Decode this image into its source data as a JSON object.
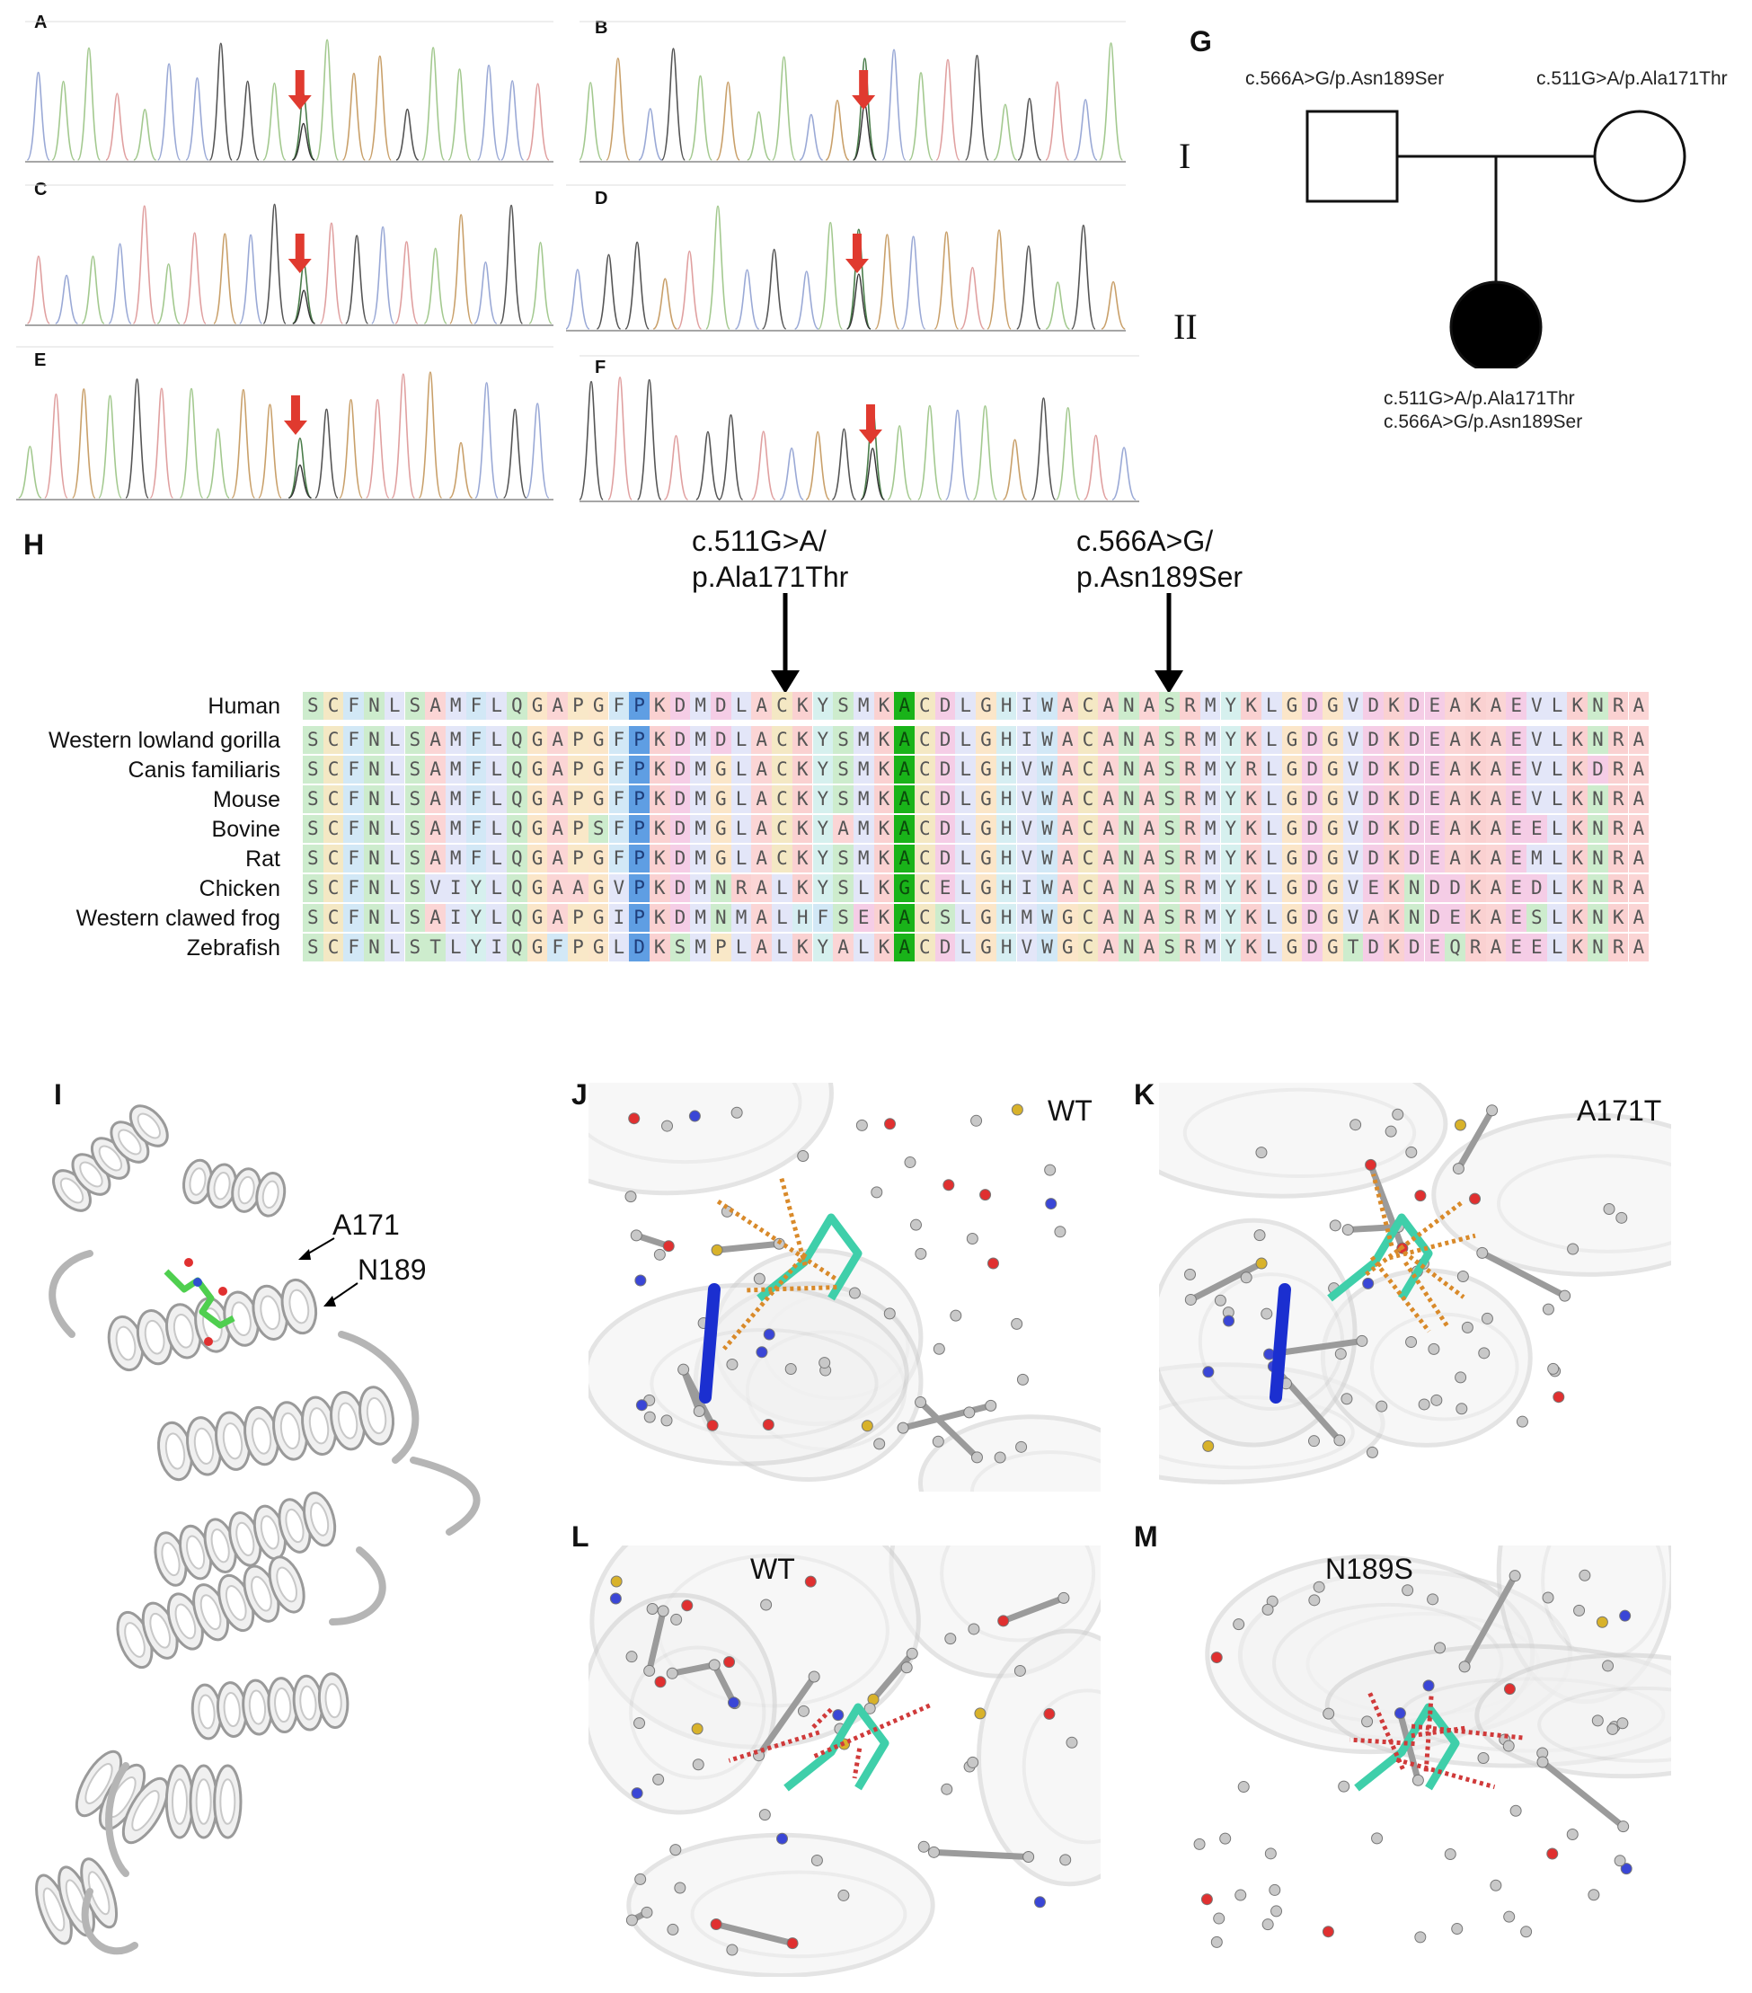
{
  "panels": {
    "A": "A",
    "B": "B",
    "C": "C",
    "D": "D",
    "E": "E",
    "F": "F",
    "G": "G",
    "H": "H",
    "I": "I",
    "J": "J",
    "K": "K",
    "L": "L",
    "M": "M"
  },
  "pedigree": {
    "father_variant": "c.566A>G/p.Asn189Ser",
    "mother_variant": "c.511G>A/p.Ala171Thr",
    "child_variant_1": "c.511G>A/p.Ala171Thr",
    "child_variant_2": "c.566A>G/p.Asn189Ser",
    "generation_1": "I",
    "generation_2": "II"
  },
  "alignment": {
    "mutation_1": {
      "line1": "c.511G>A/",
      "line2": "p.Ala171Thr",
      "column": 16
    },
    "mutation_2": {
      "line1": "c.566A>G/",
      "line2": "p.Asn189Ser",
      "column": 29
    },
    "colors": {
      "A": "#fbd5d5",
      "C": "#f4e8c4",
      "D": "#f5cde6",
      "E": "#f5cde6",
      "F": "#d2e8f6",
      "G": "#fbe6c9",
      "H": "#d6eef2",
      "I": "#e3e6f8",
      "K": "#fad1d1",
      "L": "#e3e6f8",
      "M": "#e3e6f8",
      "N": "#cdeccd",
      "P": "#f9e8c8",
      "Q": "#cdeccd",
      "R": "#fad1d1",
      "S": "#cdeccd",
      "T": "#cdeccd",
      "V": "#e3e6f8",
      "W": "#d2e8f6",
      "Y": "#d6f0ee",
      "highlight1": "#5f9ee3",
      "highlight2": "#19b319"
    },
    "rows": [
      {
        "species": "Human",
        "seq": "SCFNLSAMFLQGAPGFPKDMDLACKYSMKACDLGHIWACANASRMYKLGDGVDKDEAKAEVLKNRA"
      },
      {
        "species": "Western lowland gorilla",
        "seq": "SCFNLSAMFLQGAPGFPKDMDLACKYSMKACDLGHIWACANASRMYKLGDGVDKDEAKAEVLKNRA"
      },
      {
        "species": "Canis familiaris",
        "seq": "SCFNLSAMFLQGAPGFPKDMGLACKYSMKACDLGHVWACANASRMYRLGDGVDKDEAKAEVLKDRA"
      },
      {
        "species": "Mouse",
        "seq": "SCFNLSAMFLQGAPGFPKDMGLACKYSMKACDLGHVWACANASRMYKLGDGVDKDEAKAEVLKNRA"
      },
      {
        "species": "Bovine",
        "seq": "SCFNLSAMFLQGAPSFPKDMGLACKYAMKACDLGHVWACANASRMYKLGDGVDKDEAKAEELKNRA"
      },
      {
        "species": "Rat",
        "seq": "SCFNLSAMFLQGAPGFPKDMGLACKYSMKACDLGHVWACANASRMYKLGDGVDKDEAKAEMLKNRA"
      },
      {
        "species": "Chicken",
        "seq": "SCFNLSVIYLQGAAGVPKDMNRALKYSLKGCELGHIWACANASRMYKLGDGVEKNDDKAEDLKNRA"
      },
      {
        "species": "Western clawed frog",
        "seq": "SCFNLSAIYLQGAPGIPKDMNMALHFSEKACSLGHMWGCANASRMYKLGDGVAKNDEKAESLKNKA"
      },
      {
        "species": "Zebrafish",
        "seq": "SCFNLSTLYIQGFPGLDKSMPLALKYALKACDLGHVWGCANASRMYKLGDGTDKDEQRAEELKNRA"
      }
    ]
  },
  "structure": {
    "site_1": "A171",
    "site_2": "N189",
    "J_label": "WT",
    "K_label": "A171T",
    "L_label": "WT",
    "M_label": "N189S"
  }
}
